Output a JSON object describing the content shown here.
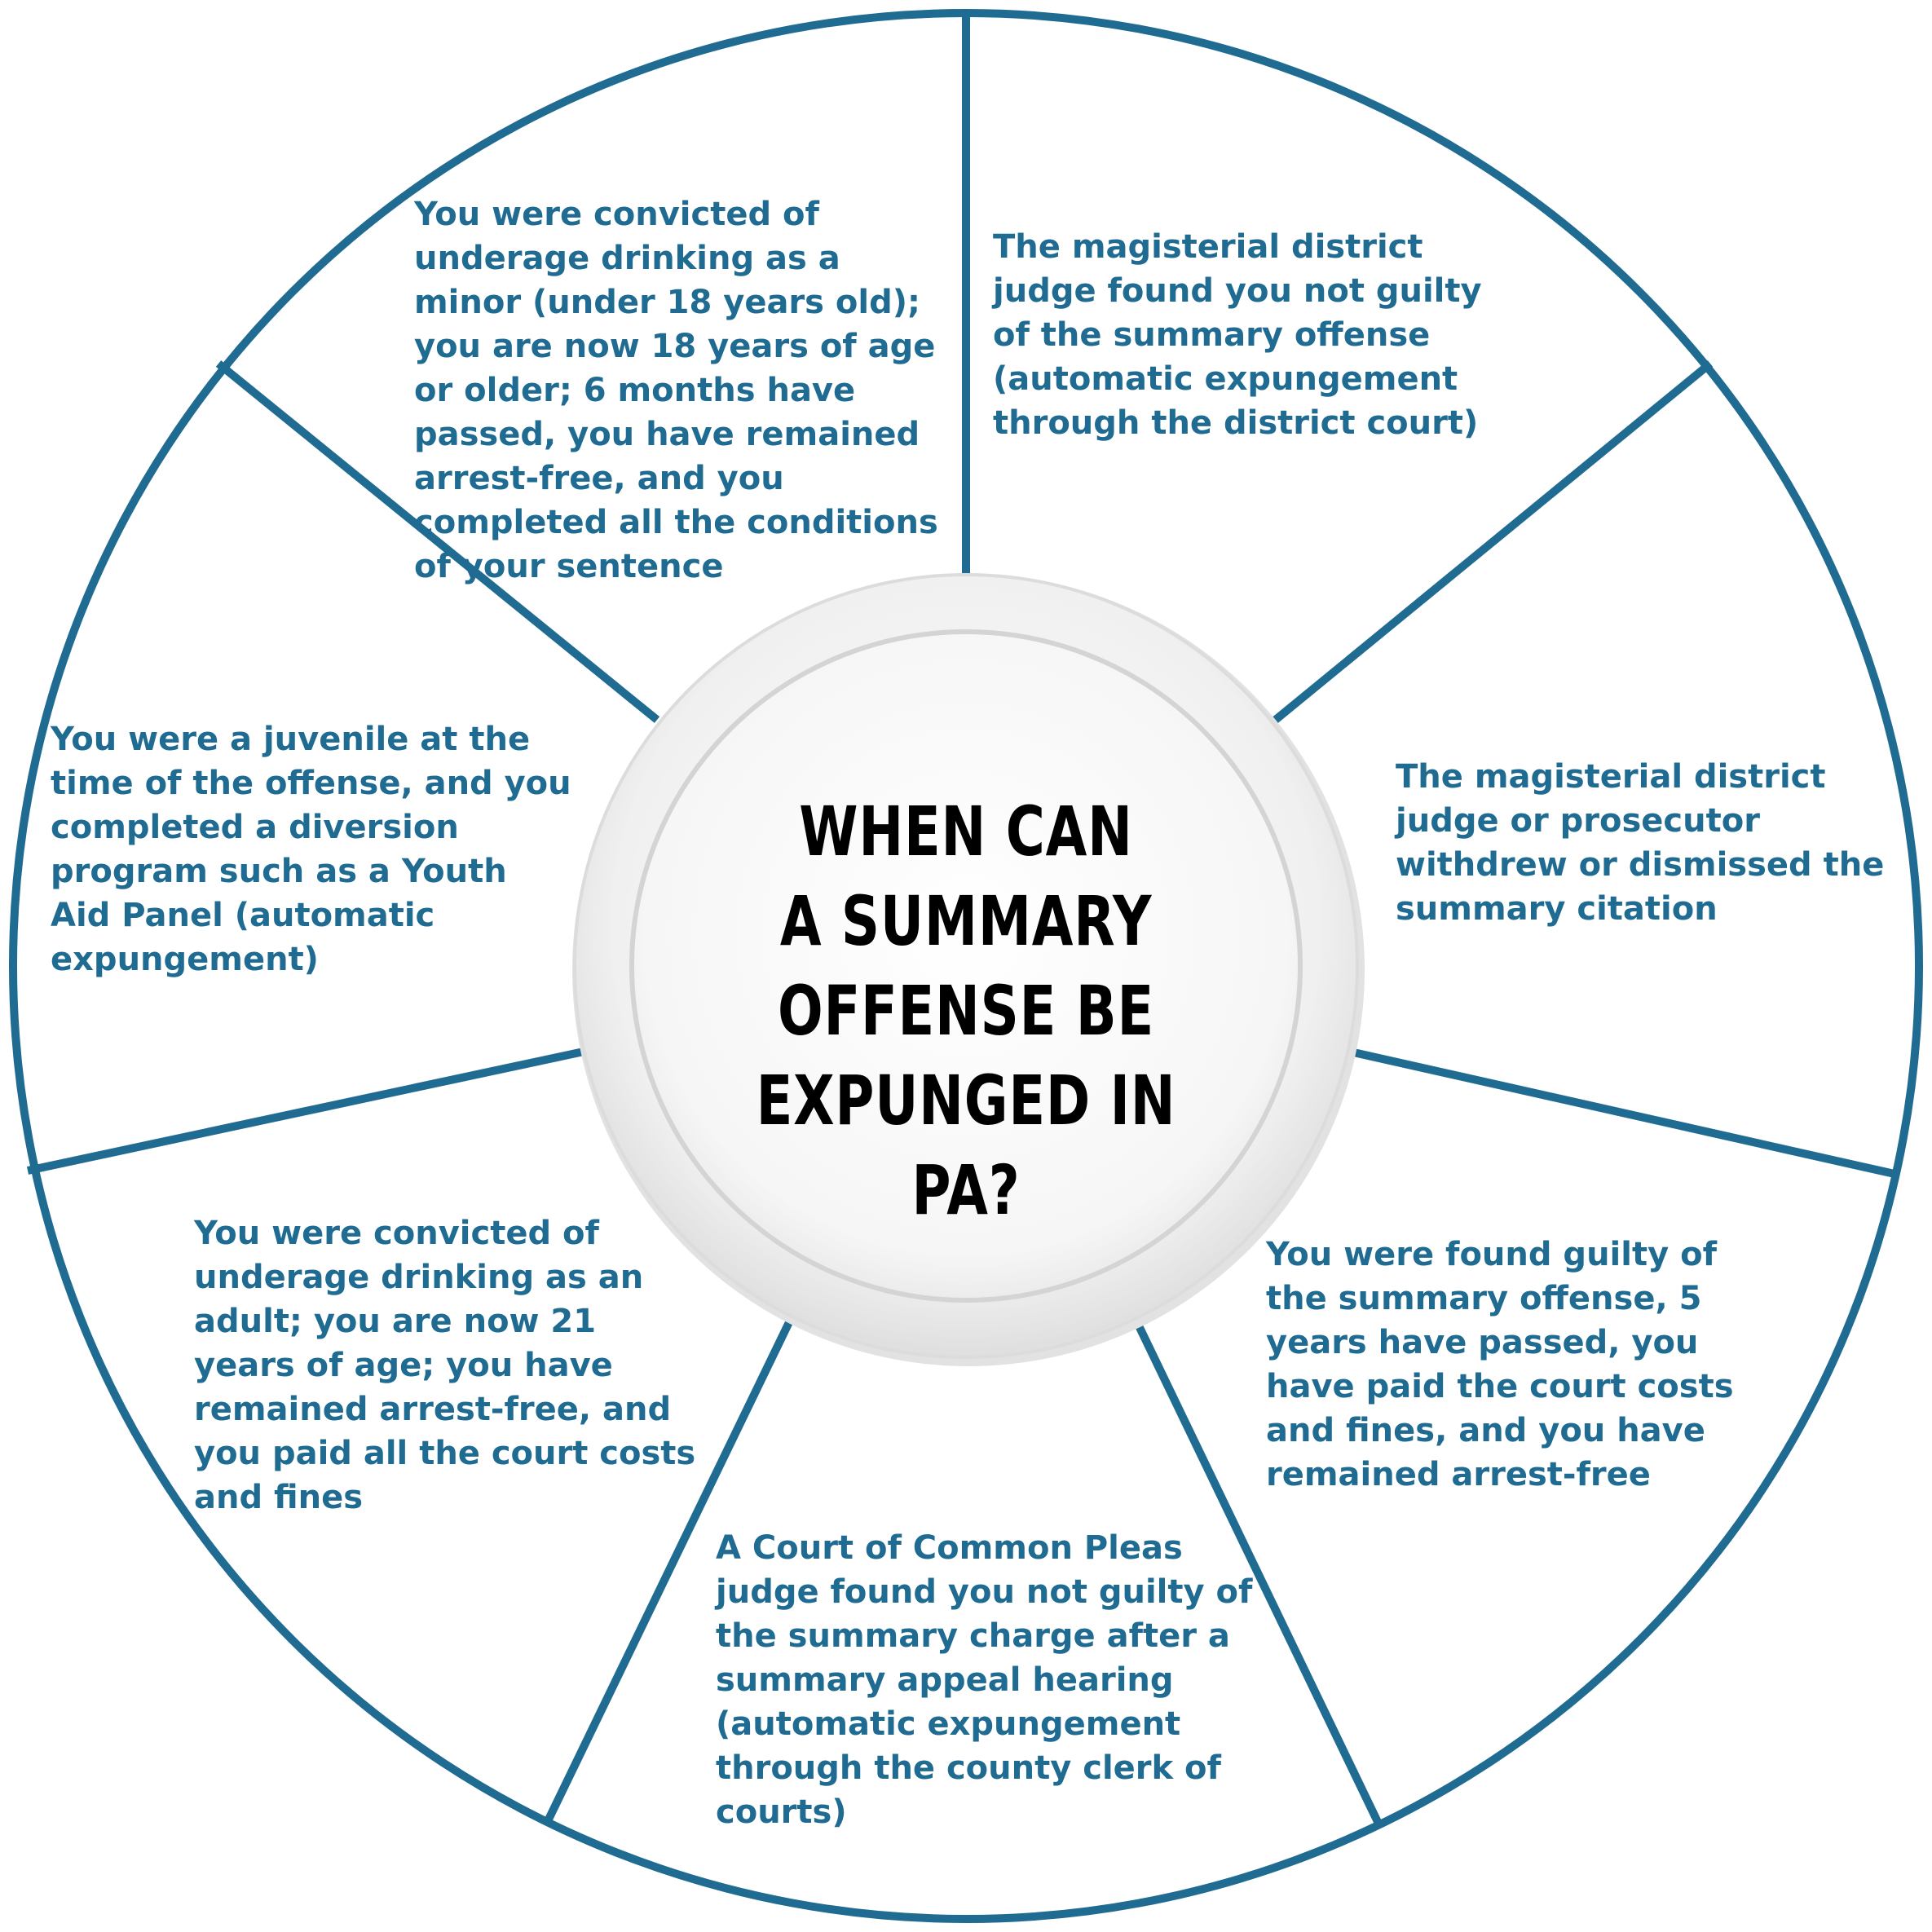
{
  "title": "WHEN CAN A SUMMARY OFFENSE BE EXPUNGED IN PA?",
  "title_lines": [
    "WHEN CAN",
    "A SUMMARY",
    "OFFENSE BE",
    "EXPUNGED IN PA?"
  ],
  "colors": {
    "accent": "#1f6b91",
    "text": "#1f6b91",
    "center_fill": "#f2f2f2",
    "title": "#000000"
  },
  "segments": [
    {
      "id": "underage-minor",
      "text": "You were convicted of underage drinking as a minor (under 18 years old); you are now 18 years of age or older; 6 months have passed, you have remained arrest-free, and you completed all the conditions of your sentence"
    },
    {
      "id": "mdj-not-guilty",
      "text": "The magisterial district judge found you not guilty of the summary offense (automatic expungement through the district court)"
    },
    {
      "id": "withdrew-dismissed",
      "text": "The magisterial district judge or prosecutor withdrew or dismissed the summary citation"
    },
    {
      "id": "guilty-5-years",
      "text": "You were found guilty of the summary offense, 5 years have passed, you have paid the court costs and fines, and you have remained arrest-free"
    },
    {
      "id": "common-pleas-not-guilty",
      "text": "A Court of Common Pleas judge found you not guilty of the summary charge after a summary appeal hearing (automatic expungement through the county clerk of courts)"
    },
    {
      "id": "underage-adult",
      "text": "You were convicted of underage drinking as an adult; you are now 21 years of age; you have remained arrest-free, and you paid all the court costs and fines"
    },
    {
      "id": "juvenile-diversion",
      "text": "You were a juvenile at the time of the offense, and you completed a diversion program such as a Youth Aid Panel (automatic expungement)"
    }
  ]
}
